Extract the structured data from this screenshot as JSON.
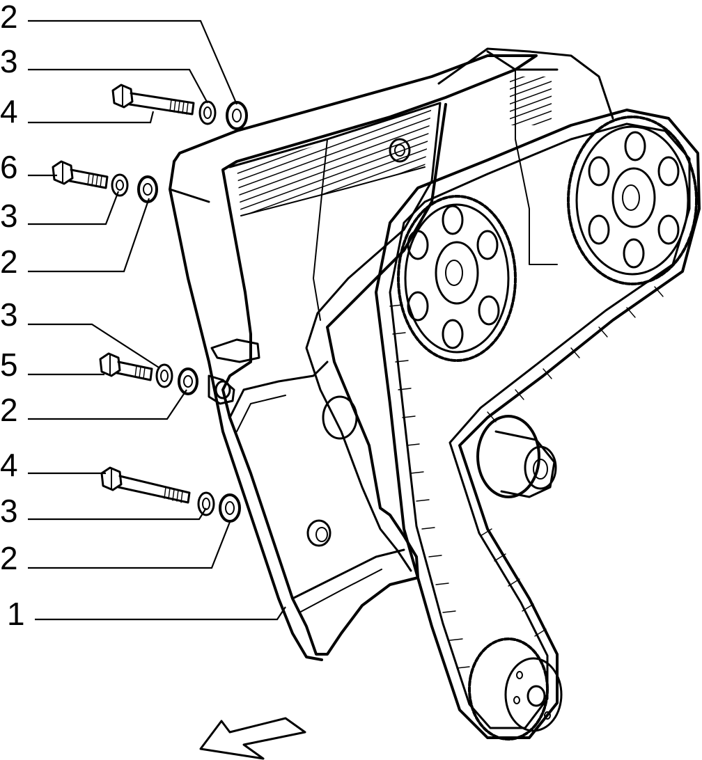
{
  "callouts": [
    {
      "id": "c1",
      "label": "2"
    },
    {
      "id": "c2",
      "label": "3"
    },
    {
      "id": "c3",
      "label": "4"
    },
    {
      "id": "c4",
      "label": "6"
    },
    {
      "id": "c5",
      "label": "3"
    },
    {
      "id": "c6",
      "label": "2"
    },
    {
      "id": "c7",
      "label": "3"
    },
    {
      "id": "c8",
      "label": "5"
    },
    {
      "id": "c9",
      "label": "2"
    },
    {
      "id": "c10",
      "label": "4"
    },
    {
      "id": "c11",
      "label": "3"
    },
    {
      "id": "c12",
      "label": "2"
    },
    {
      "id": "c13",
      "label": "1"
    }
  ],
  "colors": {
    "ink": "#000000",
    "paper": "#ffffff"
  }
}
